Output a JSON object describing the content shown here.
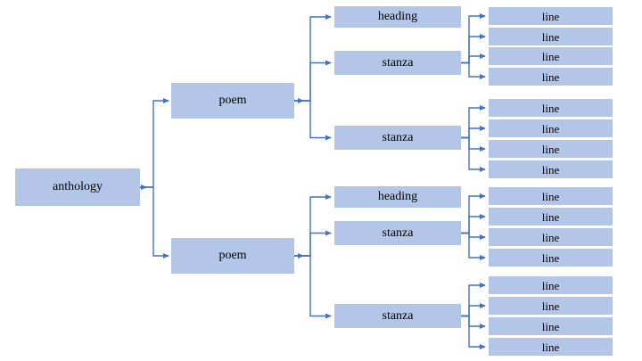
{
  "diagram": {
    "colors": {
      "box_fill": "#b4c6e7",
      "connector": "#4472c4",
      "text_color": "#000000"
    },
    "root": {
      "label": "anthology",
      "children": [
        {
          "label": "poem",
          "children": [
            {
              "label": "heading",
              "children": []
            },
            {
              "label": "stanza",
              "children": [
                {
                  "label": "line"
                },
                {
                  "label": "line"
                },
                {
                  "label": "line"
                },
                {
                  "label": "line"
                }
              ]
            },
            {
              "label": "stanza",
              "children": [
                {
                  "label": "line"
                },
                {
                  "label": "line"
                },
                {
                  "label": "line"
                },
                {
                  "label": "line"
                }
              ]
            }
          ]
        },
        {
          "label": "poem",
          "children": [
            {
              "label": "heading",
              "children": []
            },
            {
              "label": "stanza",
              "children": [
                {
                  "label": "line"
                },
                {
                  "label": "line"
                },
                {
                  "label": "line"
                },
                {
                  "label": "line"
                }
              ]
            },
            {
              "label": "stanza",
              "children": [
                {
                  "label": "line"
                },
                {
                  "label": "line"
                },
                {
                  "label": "line"
                },
                {
                  "label": "line"
                }
              ]
            }
          ]
        }
      ]
    }
  }
}
